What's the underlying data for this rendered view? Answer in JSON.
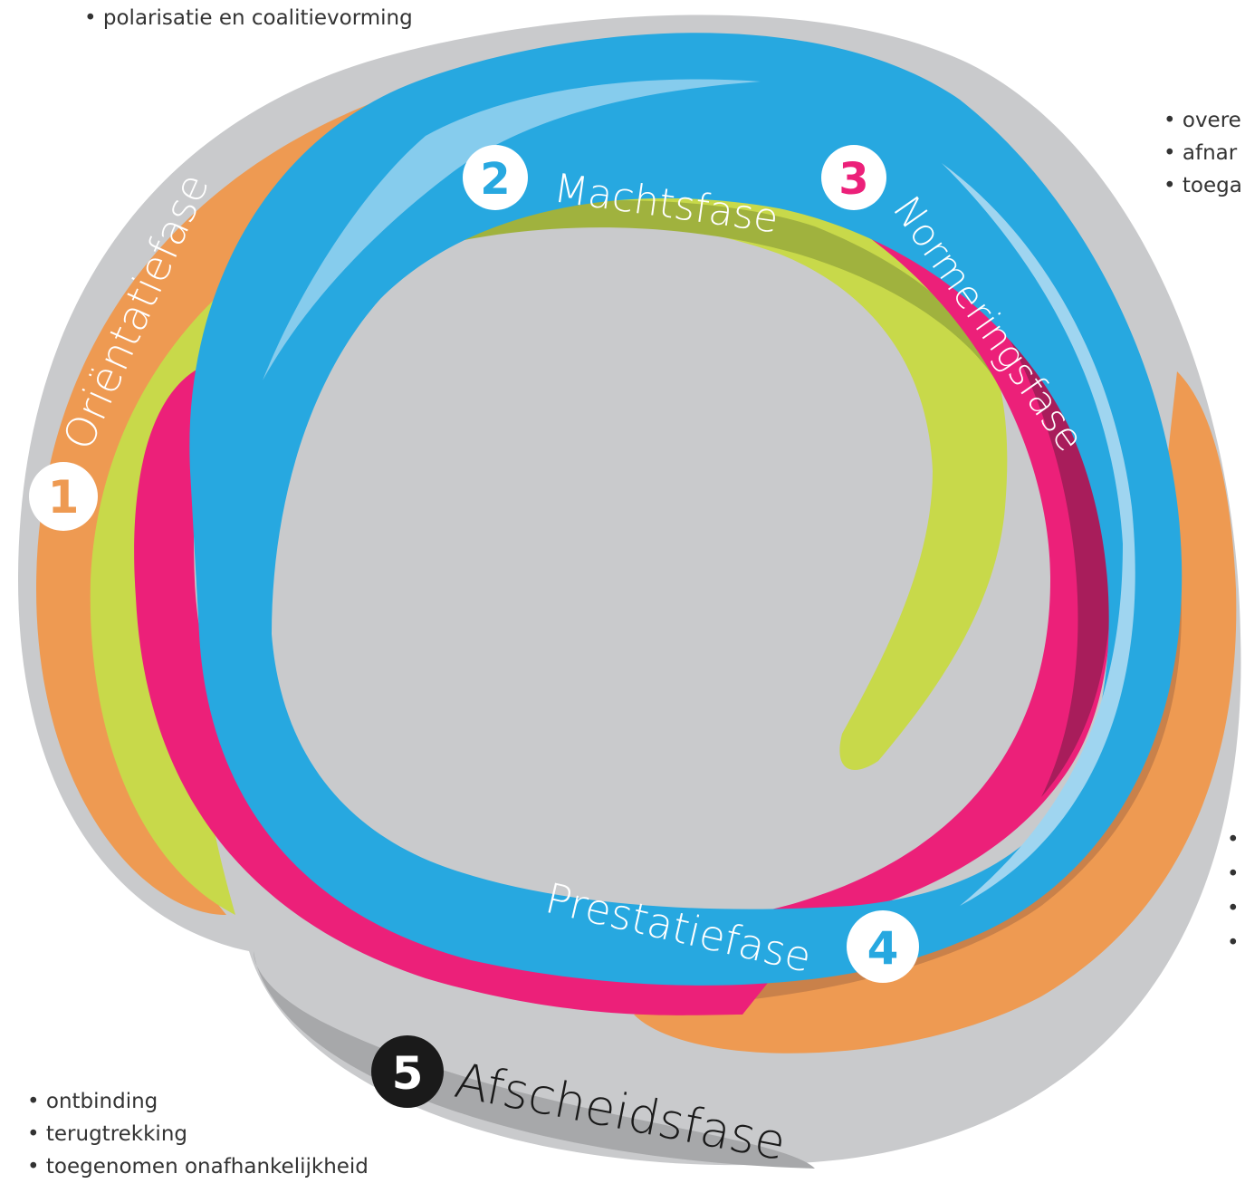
{
  "colors": {
    "gray": "#c9cacc",
    "gray_dark": "#a7a8aa",
    "orange": "#ee9a52",
    "orange_dark": "#c9814a",
    "green": "#c8d94a",
    "green_dark": "#a0b23e",
    "pink": "#ec2079",
    "pink_dark": "#a81d5b",
    "blue": "#27a8e0",
    "blue_light": "#9fd5f0",
    "text": "#333333"
  },
  "phases": [
    {
      "number": "1",
      "name": "Oriëntatiefase",
      "color": "orange"
    },
    {
      "number": "2",
      "name": "Machtsfase",
      "color": "blue"
    },
    {
      "number": "3",
      "name": "Normeringsfase",
      "color": "pink"
    },
    {
      "number": "4",
      "name": "Prestatiefase",
      "color": "blue"
    },
    {
      "number": "5",
      "name": "Afscheidsfase",
      "color": "gray"
    }
  ],
  "notes": {
    "top_left": [
      "• polarisatie en coalitievorming"
    ],
    "top_right": [
      "• overe",
      "• afnar",
      "• toega"
    ],
    "right_bullets": [
      "•",
      "•",
      "•",
      "•"
    ],
    "bottom_left": [
      "• ontbinding",
      "• terugtrekking",
      "• toegenomen onafhankelijkheid"
    ]
  }
}
